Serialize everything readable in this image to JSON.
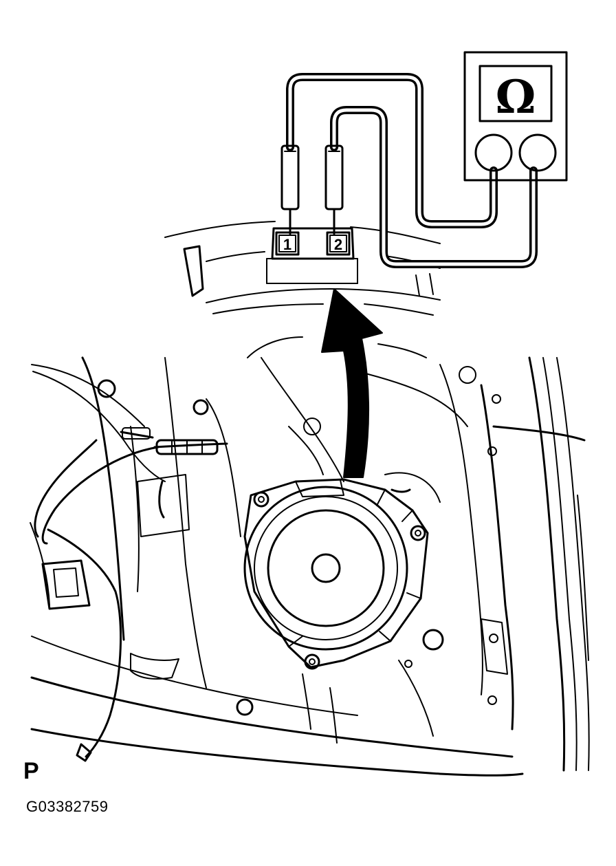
{
  "meter": {
    "symbol": "Ω",
    "icon": "ohmmeter-icon"
  },
  "connector": {
    "pins": [
      "1",
      "2"
    ]
  },
  "arrow": {
    "icon": "curved-arrow-icon"
  },
  "speaker": {
    "icon": "door-speaker-icon"
  },
  "view_letter": "P",
  "figure_code": "G03382759"
}
